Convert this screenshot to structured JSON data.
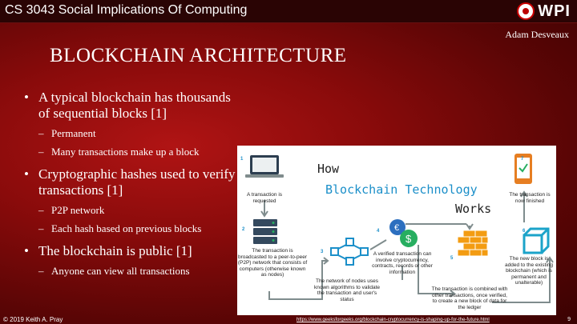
{
  "header": {
    "course": "CS 3043 Social Implications Of Computing",
    "logo_text": "WPI"
  },
  "author": "Adam Desveaux",
  "title": "BLOCKCHAIN ARCHITECTURE",
  "bullets": [
    {
      "text": "A typical blockchain has thousands of sequential blocks [1]",
      "subs": [
        "Permanent",
        "Many transactions make up a block"
      ]
    },
    {
      "text": "Cryptographic hashes used to verify transactions [1]",
      "subs": [
        "P2P network",
        "Each hash based on previous blocks"
      ]
    },
    {
      "text": "The blockchain is public [1]",
      "subs": [
        "Anyone can view all transactions"
      ]
    }
  ],
  "figure": {
    "title_how": "How",
    "title_main": "Blockchain Technology",
    "title_works": "Works",
    "steps": [
      {
        "n": "1",
        "caption": "A transaction is requested"
      },
      {
        "n": "2",
        "caption": "The transaction is broadcasted to a peer-to-peer (P2P) network that consists of computers (otherwise known as nodes)"
      },
      {
        "n": "3",
        "caption": "The network of nodes uses known algorithms to validate the transaction and user's status"
      },
      {
        "n": "4",
        "caption": "A verified transaction can involve cryptocurrency, contracts, records or other information"
      },
      {
        "n": "5",
        "caption": "The transaction is combined with other transactions, once verified, to create a new block of data for the ledger"
      },
      {
        "n": "6",
        "caption": "The new block is added to the existing blockchain (which is permanent and unalterable)"
      },
      {
        "n": "7",
        "caption": "The transaction is now finished"
      }
    ],
    "colors": {
      "accent": "#1b8fc9",
      "brick": "#f39c12",
      "green": "#27ae60"
    }
  },
  "footer": {
    "copyright": "© 2019 Keith A. Pray",
    "source_url": "https://www.geeksforgeeks.org/blockchain-cryptocurrency-is-shaping-up-for-the-future.html",
    "page": "9"
  }
}
